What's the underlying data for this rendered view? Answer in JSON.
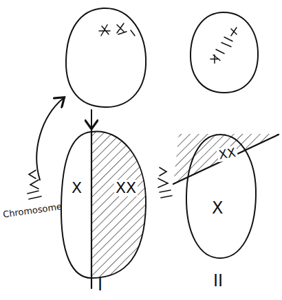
{
  "diagram": {
    "labels": [
      "Chromosome",
      "X",
      "XX",
      "I",
      "XX",
      "X",
      "II"
    ]
  }
}
